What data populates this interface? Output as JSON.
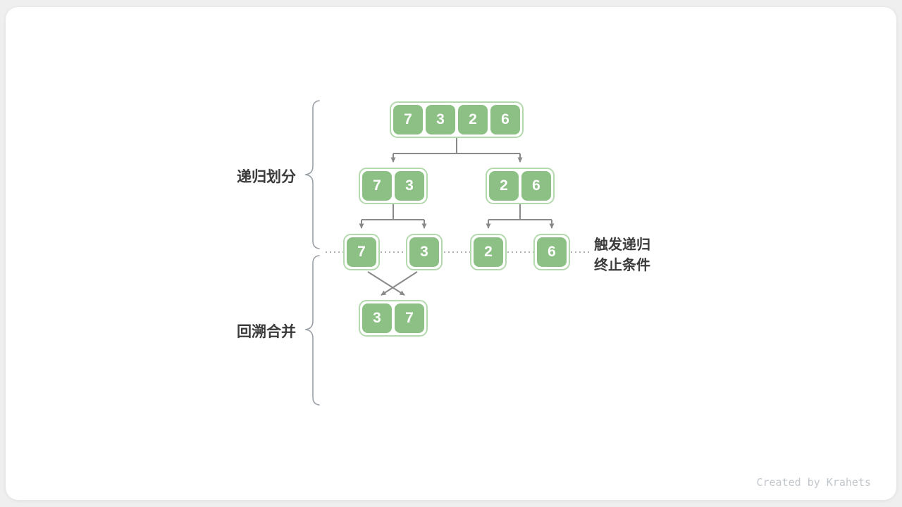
{
  "diagram": {
    "labels": {
      "divide": "递归划分",
      "merge": "回溯合并",
      "terminate": [
        "触发递归",
        "终止条件"
      ],
      "credit": "Created by Krahets"
    },
    "nodes": {
      "level1": [
        "7",
        "3",
        "2",
        "6"
      ],
      "level2_left": [
        "7",
        "3"
      ],
      "level2_right": [
        "2",
        "6"
      ],
      "level3": [
        "7",
        "3",
        "2",
        "6"
      ],
      "level4": [
        "3",
        "7"
      ]
    },
    "colors": {
      "cell_fill": "#8cc084",
      "cell_border": "#b5d9ae",
      "arrow": "#8a8a8a",
      "brace": "#9aa0a6",
      "label_text": "#3b3b3b",
      "credit_text": "#c2c7cc",
      "card_bg": "#ffffff",
      "page_bg": "#efefef"
    }
  }
}
